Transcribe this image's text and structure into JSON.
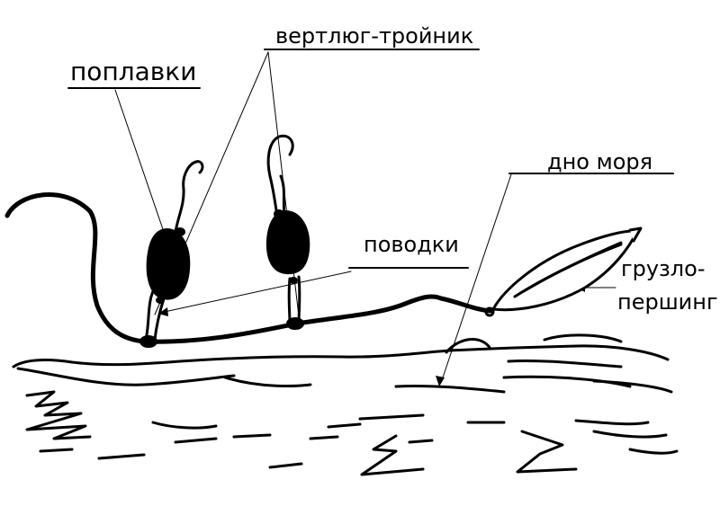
{
  "labels": {
    "swivel": "вертлюг-тройник",
    "floats": "поплавки",
    "bottom": "дно моря",
    "leaders": "поводки",
    "sinker_line1": "грузло-",
    "sinker_line2": "першинг"
  }
}
